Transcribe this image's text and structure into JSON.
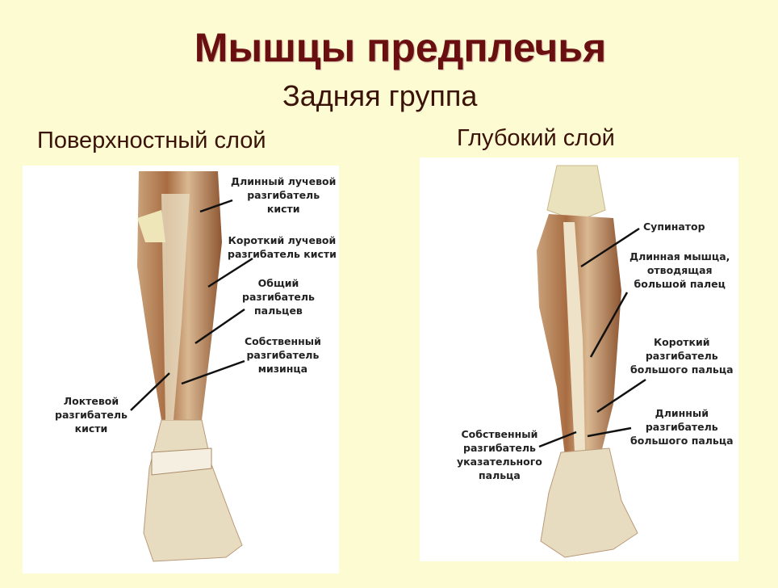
{
  "title": "Мышцы предплечья",
  "subtitle": "Задняя группа",
  "superficial": {
    "heading": "Поверхностный слой",
    "labels": [
      "Длинный лучевой\nразгибатель\nкисти",
      "Короткий лучевой\nразгибатель кисти",
      "Общий\nразгибатель\nпальцев",
      "Собственный\nразгибатель\nмизинца",
      "Локтевой\nразгибатель\nкисти"
    ]
  },
  "deep": {
    "heading": "Глубокий слой",
    "labels": [
      "Супинатор",
      "Длинная мышца,\nотводящая\nбольшой палец",
      "Короткий\nразгибатель\nбольшого пальца",
      "Длинный\nразгибатель\nбольшого пальца",
      "Собственный\nразгибатель\nуказательного\nпальца"
    ]
  },
  "colors": {
    "background": "#fdfbd2",
    "title": "#6a0f0f",
    "muscle": "#b07a4e",
    "tendon": "#e8dcc0"
  }
}
